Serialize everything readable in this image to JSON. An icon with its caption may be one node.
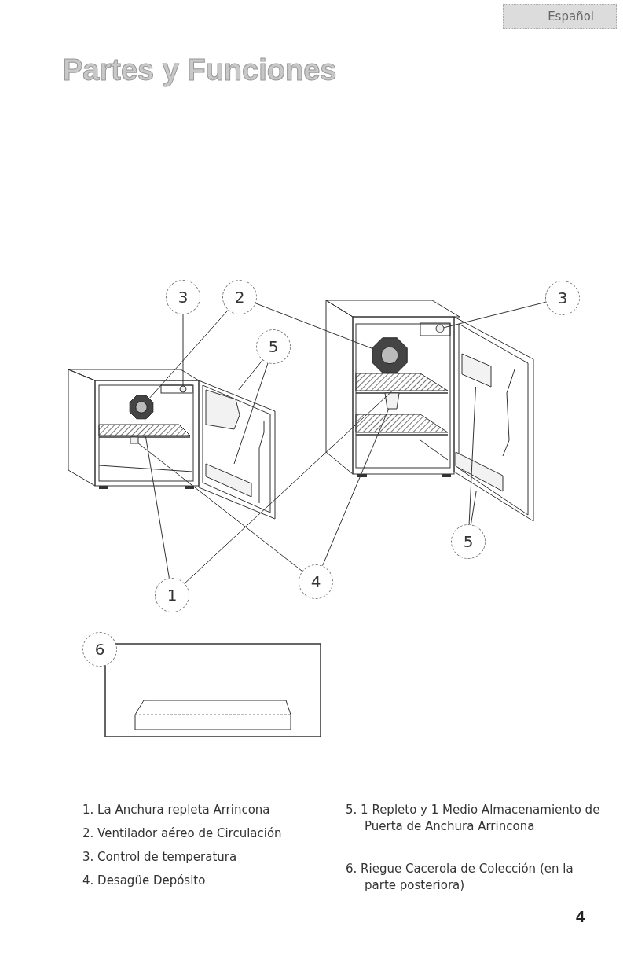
{
  "diagram": {
    "title": "Partes y Funciones",
    "nodes": [
      {
        "text": [
          "Español"
        ]
      },
      {
        "text": [
          "3"
        ]
      },
      {
        "text": [
          "2"
        ]
      },
      {
        "text": [
          "3"
        ]
      },
      {
        "text": [
          "5"
        ]
      },
      {
        "text": [
          "5"
        ]
      },
      {
        "text": [
          "4"
        ]
      },
      {
        "text": [
          "1"
        ]
      },
      {
        "text": [
          "6"
        ]
      },
      {
        "text": [],
        "shape": "circle"
      },
      {
        "text": [],
        "shape": "picture"
      },
      {
        "text": [],
        "shape": "picture"
      },
      {
        "text": [],
        "shape": "circle"
      },
      {
        "text": [],
        "shape": "box"
      },
      {
        "text": [],
        "shape": "box"
      },
      {
        "text": [],
        "shape": "box"
      },
      {
        "text": [],
        "shape": "box"
      },
      {
        "text": [],
        "shape": "box"
      },
      {
        "text": [],
        "shape": "box"
      },
      {
        "text": [],
        "shape": "bar"
      },
      {
        "text": [],
        "shape": "bar"
      }
    ],
    "edges": [
      {
        "from": 1,
        "to": 9,
        "arrow": "none"
      },
      {
        "from": 2,
        "to": 10,
        "arrow": "none"
      },
      {
        "from": 2,
        "to": 11,
        "arrow": "none"
      },
      {
        "from": 3,
        "to": 12,
        "arrow": "none"
      },
      {
        "from": 4,
        "to": 13,
        "arrow": "none"
      },
      {
        "from": 4,
        "to": 14,
        "arrow": "none"
      },
      {
        "from": 5,
        "to": 15,
        "arrow": "none"
      },
      {
        "from": 5,
        "to": 16,
        "arrow": "none"
      },
      {
        "from": 6,
        "to": 17,
        "arrow": "none"
      },
      {
        "from": 6,
        "to": 18,
        "arrow": "none"
      },
      {
        "from": 7,
        "to": 19,
        "arrow": "none"
      },
      {
        "from": 7,
        "to": 20,
        "arrow": "none"
      }
    ],
    "labels": [
      "1. La Anchura repleta Arrincona",
      "5. 1 Repleto y 1 Medio Almacenamiento de Puerta de Anchura Arrincona",
      "2. Ventilador aéreo de Circulación",
      "3. Control de temperatura",
      "6. Riegue Cacerola de Colección (en la parte posteriora)",
      "4. Desagüe Depósito",
      "4"
    ]
  }
}
